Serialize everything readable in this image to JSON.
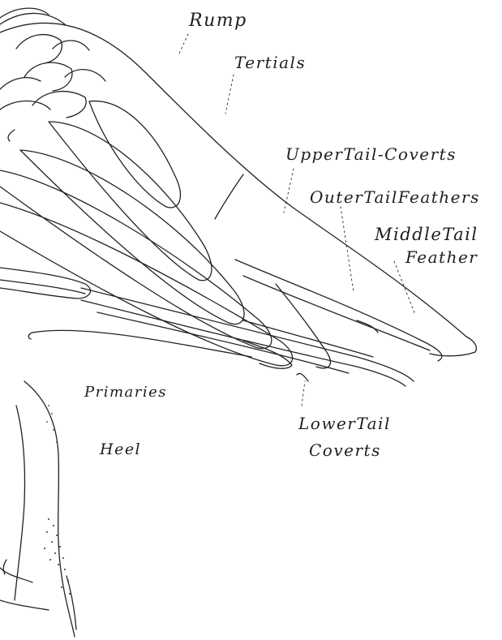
{
  "labels": {
    "rump": "Rump",
    "tertials": "Tertials",
    "upper_tail_coverts": "UpperTail-Coverts",
    "outer_tail_feathers": "OuterTailFeathers",
    "middle_tail_line1": "MiddleTail",
    "middle_tail_line2": "Feather",
    "primaries": "Primaries",
    "heel": "Heel",
    "lower_tail_line1": "LowerTail",
    "lower_tail_line2": "Coverts"
  },
  "colors": {
    "ink": "#1e1e1e",
    "paper": "#ffffff"
  }
}
